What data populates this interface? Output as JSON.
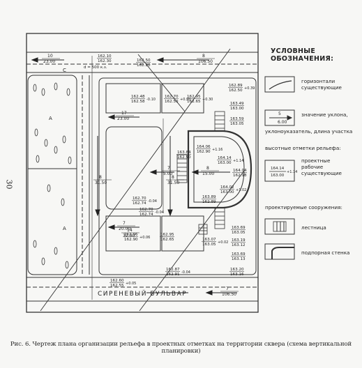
{
  "page": {
    "number": "30",
    "caption": "Рис. 6. Чертеж плана организации рельефа в проектных отметках на территории сквера (схема вертикальной планировки)"
  },
  "legend": {
    "title": "УСЛОВНЫЕ ОБОЗНАЧЕНИЯ:",
    "contours_1": "горизонтали",
    "contours_2": "существующие",
    "slope_1": "значение уклона,",
    "slope_2": "уклоноуказатель, длина участка",
    "heights_title": "высотные отметки рельефа:",
    "proj": "проектные",
    "work": "рабочие",
    "exist": "существующие",
    "sample_top": "164.14",
    "sample_bottom": "163.00",
    "sample_work": "+1.14",
    "slope_sample_top": "5",
    "slope_sample_bottom": "6.00",
    "structures_title": "проектируемые сооружения:",
    "stairs": "лестница",
    "wall": "подпорная стенка"
  },
  "drawing": {
    "street_bottom": "СИРЕНЕВЫЙ  БУЛЬВАР",
    "scale_note": "d = 500 к.з.",
    "label_c": "C",
    "label_a1": "А",
    "label_a2": "А",
    "labels": [
      {
        "id": "s1",
        "top": "10",
        "bottom": "23.00"
      },
      {
        "id": "s2",
        "top": "8",
        "bottom": "106.50"
      },
      {
        "id": "s3",
        "top": "17",
        "bottom": "23.00"
      },
      {
        "id": "s4",
        "top": "7",
        "bottom": "5.00"
      },
      {
        "id": "s5",
        "top": "8",
        "bottom": "15.00"
      },
      {
        "id": "s6",
        "top": "8",
        "bottom": "31.50"
      },
      {
        "id": "s7",
        "top": "8",
        "bottom": "31.50"
      },
      {
        "id": "s8",
        "top": "7",
        "bottom": "106.50"
      },
      {
        "id": "s9",
        "top": "7",
        "bottom": "20.00"
      },
      {
        "id": "s10",
        "top": "14",
        "bottom": "32.00"
      }
    ],
    "elevations": [
      {
        "id": "e1",
        "top": "162.10",
        "bottom": "162.30"
      },
      {
        "id": "e2",
        "top": "162.50",
        "bottom": "162.20"
      },
      {
        "id": "e3",
        "top": "162.48",
        "bottom": "162.58",
        "work": "-0.10"
      },
      {
        "id": "e4",
        "top": "162.70",
        "bottom": "162.50",
        "work": "+0.20"
      },
      {
        "id": "e5",
        "top": "162.95",
        "bottom": "162.65",
        "work": "+0.30"
      },
      {
        "id": "e6",
        "top": "162.89",
        "bottom": "162.50",
        "work": "+0.39"
      },
      {
        "id": "e7",
        "top": "163.49",
        "bottom": "163.00"
      },
      {
        "id": "e8",
        "top": "163.59",
        "bottom": "163.05"
      },
      {
        "id": "e9",
        "top": "164.06",
        "bottom": "162.90",
        "work": "+1.16"
      },
      {
        "id": "e10",
        "top": "163.84",
        "bottom": "162.90"
      },
      {
        "id": "e11",
        "top": "164.14",
        "bottom": "163.00",
        "work": "+1.14"
      },
      {
        "id": "e12",
        "top": "164.04",
        "bottom": "162.98"
      },
      {
        "id": "e13",
        "top": "164.02",
        "bottom": "163.00",
        "work": "+1.02"
      },
      {
        "id": "e14",
        "top": "163.89",
        "bottom": "162.89"
      },
      {
        "id": "e15",
        "top": "162.70",
        "bottom": "162.74",
        "work": "-0.04"
      },
      {
        "id": "e16",
        "top": "162.70",
        "bottom": "162.74",
        "work": "-0.04"
      },
      {
        "id": "e17",
        "top": "162.96",
        "bottom": "162.90",
        "work": "+0.06"
      },
      {
        "id": "e18",
        "top": "162.95",
        "bottom": "162.65"
      },
      {
        "id": "e19",
        "top": "163.07",
        "bottom": "163.05",
        "work": "+0.02"
      },
      {
        "id": "e20",
        "top": "163.69",
        "bottom": "163.05"
      },
      {
        "id": "e21",
        "top": "163.19",
        "bottom": "163.12"
      },
      {
        "id": "e22",
        "top": "162.60",
        "bottom": "162.55",
        "work": "+0.05"
      },
      {
        "id": "e23",
        "top": "162.87",
        "bottom": "162.91",
        "work": "-0.04"
      },
      {
        "id": "e24",
        "top": "163.20",
        "bottom": "163.16"
      },
      {
        "id": "e25",
        "top": "163.69",
        "bottom": "163.13"
      }
    ]
  }
}
